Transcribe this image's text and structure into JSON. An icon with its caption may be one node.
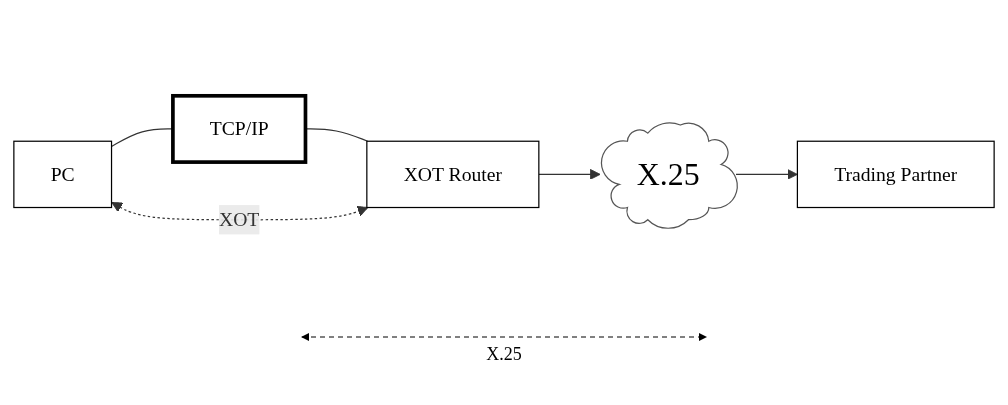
{
  "diagram": {
    "nodes": [
      {
        "text": [
          "PC"
        ]
      },
      {
        "text": [
          "TCP/IP"
        ]
      },
      {
        "text": [
          "XOT Router"
        ]
      },
      {
        "text": [
          "X.25"
        ]
      },
      {
        "text": [
          "Trading Partner"
        ]
      }
    ],
    "edges": [
      {
        "from": 0,
        "to": 1,
        "arrow": "none"
      },
      {
        "from": 1,
        "to": 2,
        "arrow": "none"
      },
      {
        "from": 0,
        "to": 2,
        "arrow": "both",
        "style": "dashed",
        "label": "XOT"
      },
      {
        "from": 2,
        "to": 3,
        "arrow": "to"
      },
      {
        "from": 3,
        "to": 4,
        "arrow": "to"
      }
    ],
    "labels": [
      "X.25"
    ]
  }
}
